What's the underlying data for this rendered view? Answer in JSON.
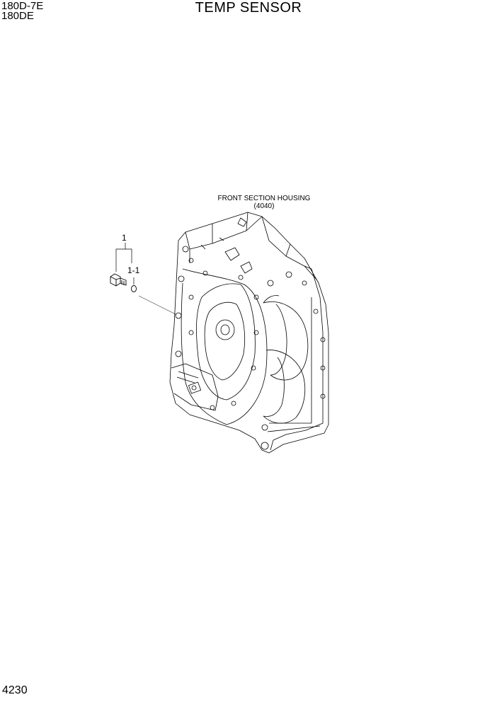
{
  "header": {
    "models": [
      "180D-7E",
      "180DE"
    ],
    "title": "TEMP SENSOR"
  },
  "diagram": {
    "assembly_label": "FRONT SECTION HOUSING",
    "assembly_ref": "(4040)",
    "callouts": [
      "1",
      "1-1"
    ]
  },
  "footer": {
    "page_number": "4230"
  }
}
